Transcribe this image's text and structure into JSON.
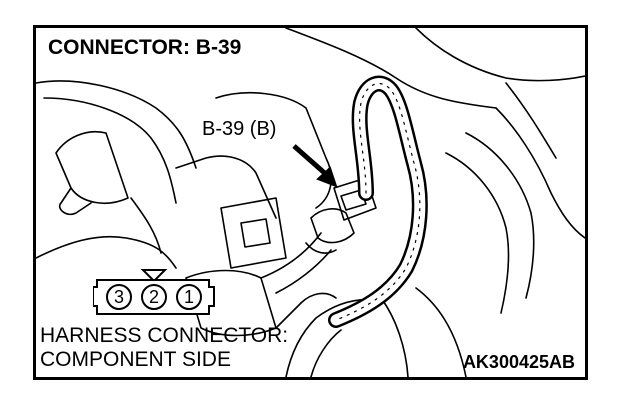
{
  "title": "CONNECTOR: B-39",
  "callout_label": "B-39 (B)",
  "harness_label_line1": "HARNESS CONNECTOR:",
  "harness_label_line2": "COMPONENT SIDE",
  "figure_id": "AK300425AB",
  "connector_pins": [
    "3",
    "2",
    "1"
  ],
  "colors": {
    "line": "#000000",
    "background": "#ffffff"
  }
}
